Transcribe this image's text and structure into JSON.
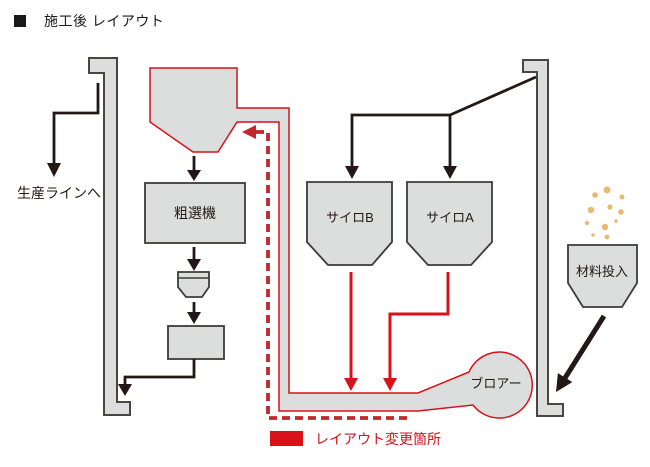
{
  "title": "施工後 レイアウト",
  "nodes": {
    "production_line": "生産ラインへ",
    "coarse_sorter": "粗選機",
    "silo_b": "サイロB",
    "silo_a": "サイロA",
    "blower": "ブロアー",
    "material_input": "材料投入"
  },
  "legend": {
    "label": "レイアウト変更箇所",
    "swatch_color": "#d7121b"
  },
  "colors": {
    "changed_route_red": "#d7121b",
    "dashed_red": "#c1272d",
    "equipment_fill": "#dcdddd",
    "equipment_outline": "#3e3a39",
    "flow_black": "#231815",
    "material_dots": "#e7ba72"
  }
}
